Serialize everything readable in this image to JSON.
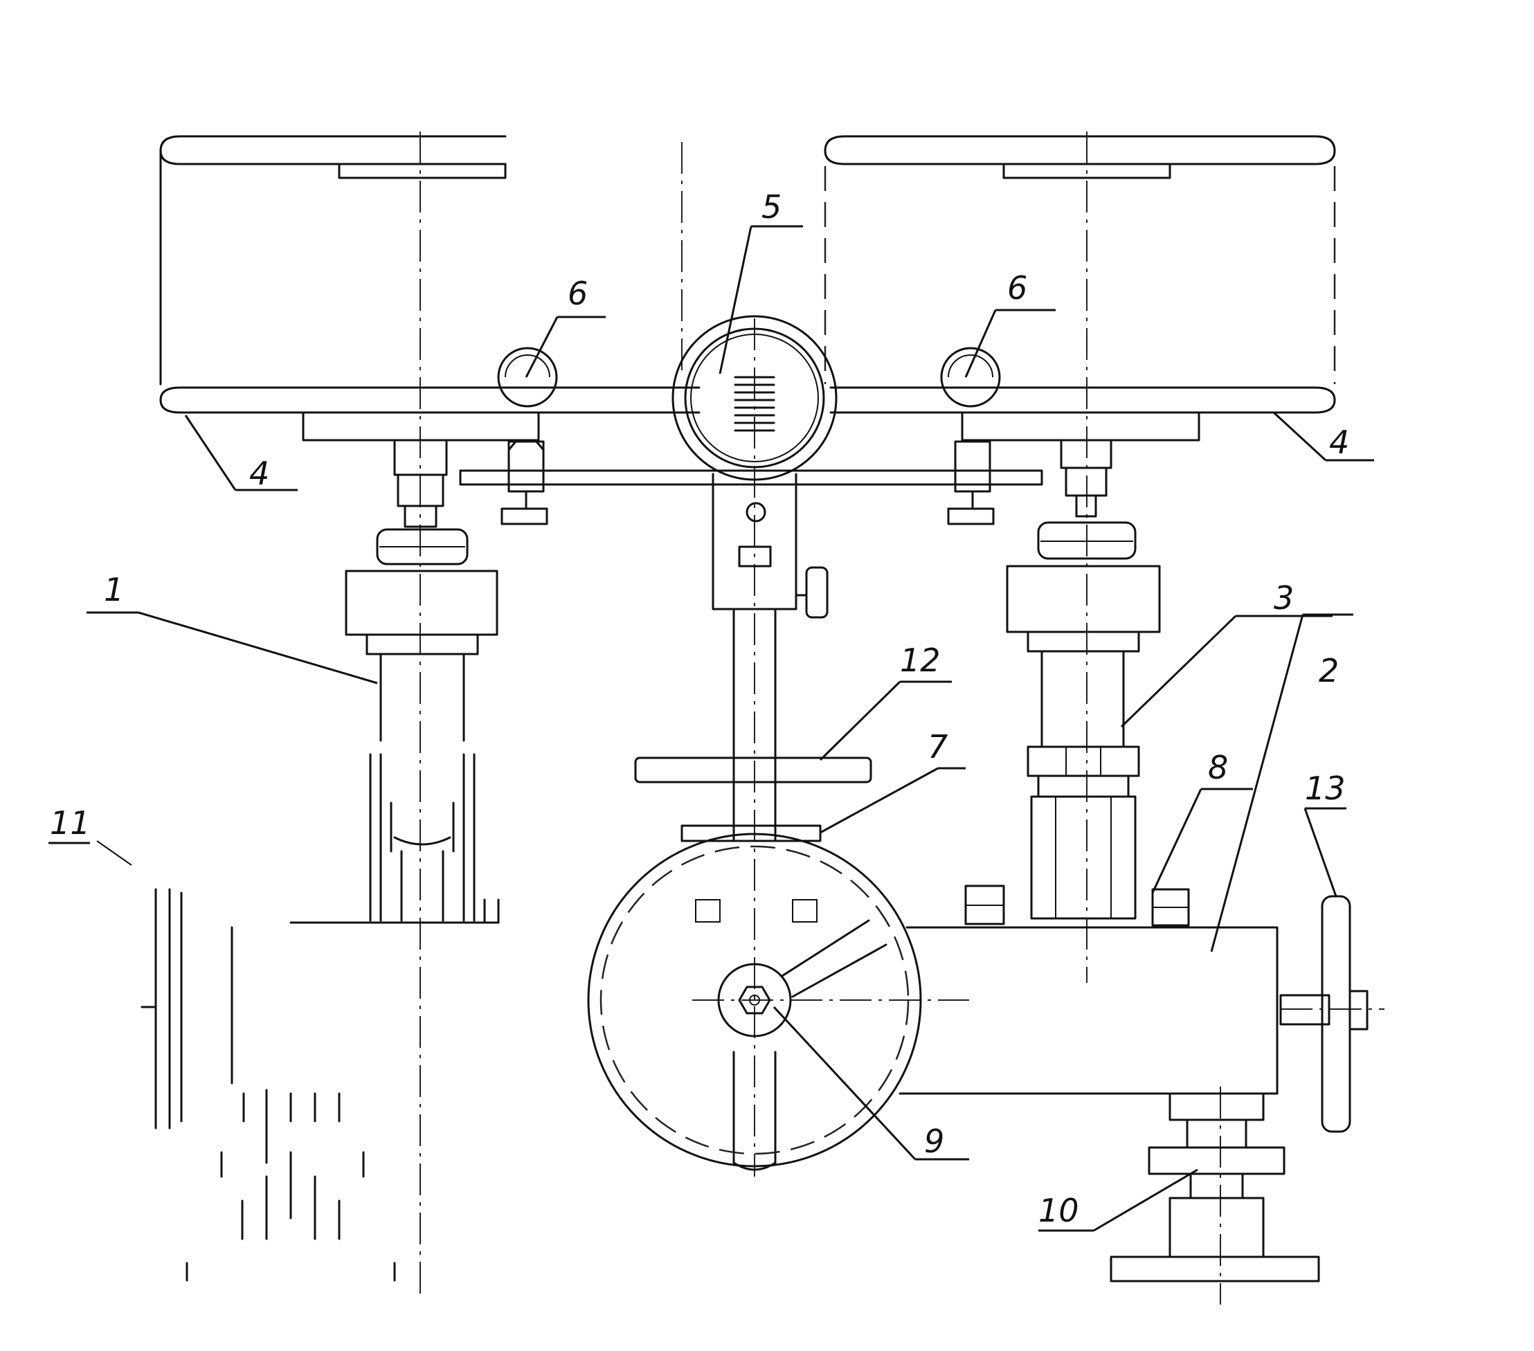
{
  "labels": {
    "l1": "1",
    "l2": "2",
    "l3": "3",
    "l4a": "4",
    "l4b": "4",
    "l5": "5",
    "l6a": "6",
    "l6b": "6",
    "l7": "7",
    "l8": "8",
    "l9": "9",
    "l10": "10",
    "l11": "11",
    "l12": "12",
    "l13": "13"
  }
}
